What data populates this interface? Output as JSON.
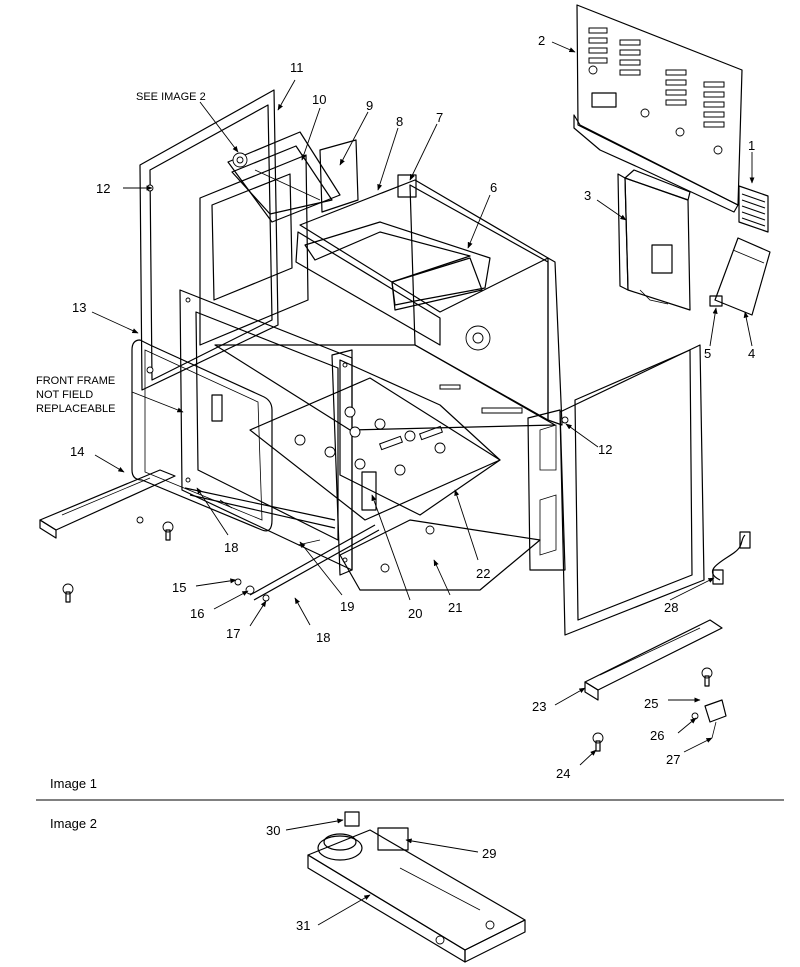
{
  "notes": {
    "see_image_2": "SEE IMAGE 2",
    "front_frame_line1": "FRONT FRAME",
    "front_frame_line2": "NOT FIELD",
    "front_frame_line3": "REPLACEABLE"
  },
  "captions": {
    "image1": "Image 1",
    "image2": "Image 2"
  },
  "callouts": {
    "c1": "1",
    "c2": "2",
    "c3": "3",
    "c4": "4",
    "c5": "5",
    "c6": "6",
    "c7": "7",
    "c8": "8",
    "c9": "9",
    "c10": "10",
    "c11": "11",
    "c12a": "12",
    "c12b": "12",
    "c13": "13",
    "c14": "14",
    "c15": "15",
    "c16": "16",
    "c17": "17",
    "c18a": "18",
    "c18b": "18",
    "c19": "19",
    "c20": "20",
    "c21": "21",
    "c22": "22",
    "c23": "23",
    "c24": "24",
    "c25": "25",
    "c26": "26",
    "c27": "27",
    "c28": "28",
    "c29": "29",
    "c30": "30",
    "c31": "31"
  }
}
